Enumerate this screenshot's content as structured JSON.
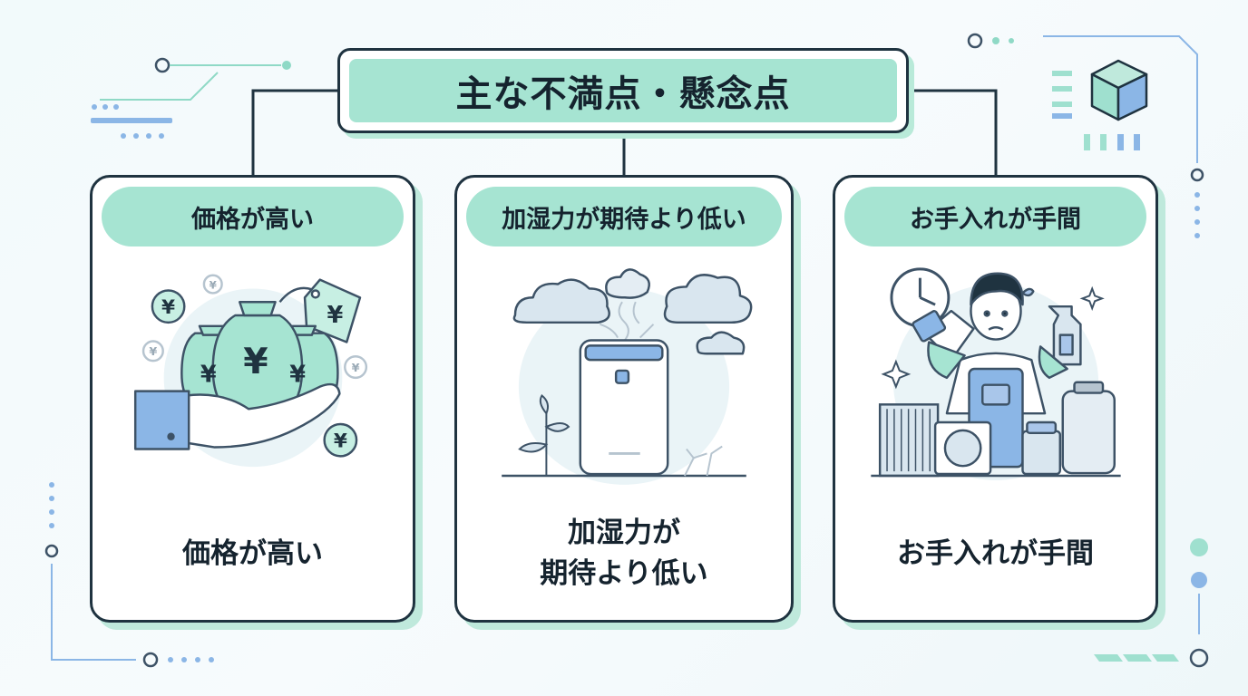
{
  "title": "主な不満点・懸念点",
  "cards": [
    {
      "header": "価格が高い",
      "caption_lines": [
        "価格が高い"
      ],
      "illustration": "money-bags-in-hand-icon",
      "currency_glyph": "¥"
    },
    {
      "header": "加湿力が期待より低い",
      "caption_lines": [
        "加湿力が",
        "期待より低い"
      ],
      "illustration": "humidifier-with-clouds-icon"
    },
    {
      "header": "お手入れが手間",
      "caption_lines": [
        "お手入れが手間"
      ],
      "illustration": "cleaning-person-with-parts-icon"
    }
  ],
  "colors": {
    "accent_mint": "#a6e4d2",
    "outline": "#1f3340",
    "accent_blue": "#7fa7d8",
    "shadow_mint": "#bfe9dc"
  }
}
